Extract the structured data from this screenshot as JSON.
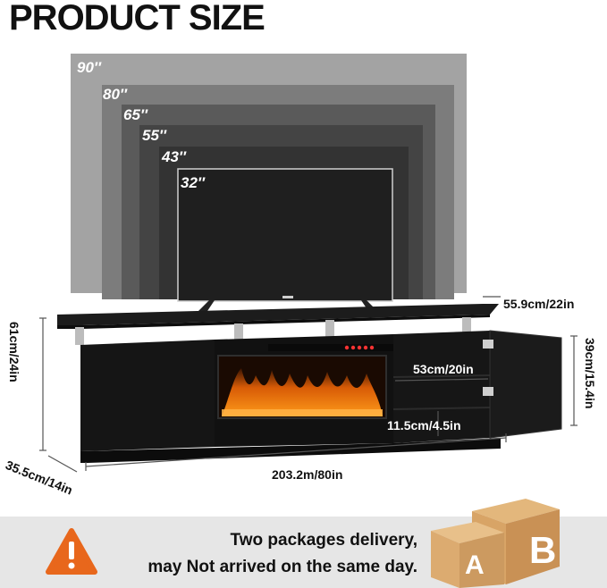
{
  "title": "PRODUCT SIZE",
  "tv_sizes": [
    "90″",
    "80″",
    "65″",
    "55″",
    "43″",
    "32″"
  ],
  "dimensions": {
    "top_depth": "55.9cm/22in",
    "height": "61cm/24in",
    "side_height": "39cm/15.4in",
    "shelf_width": "53cm/20in",
    "shelf_gap": "11.5cm/4.5in",
    "depth": "35.5cm/14in",
    "length": "203.2m/80in"
  },
  "notice": {
    "line1": "Two packages delivery,",
    "line2": "may Not arrived on the same day."
  },
  "boxes": [
    "A",
    "B"
  ],
  "colors": {
    "footer_bg": "#e6e6e6",
    "warning": "#e8671c",
    "box": "#d7a96e"
  }
}
